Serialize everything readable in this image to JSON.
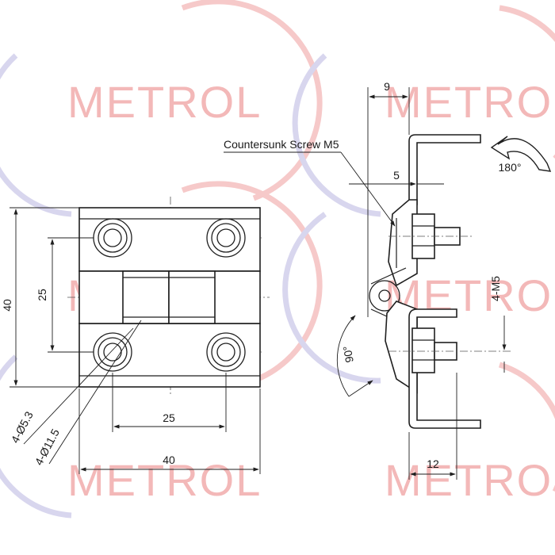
{
  "watermark": {
    "brand": "METROL"
  },
  "front_view": {
    "dim_total_height": "40",
    "dim_hole_vertical_spacing": "25",
    "dim_hole_horizontal_spacing": "25",
    "dim_total_width": "40",
    "dim_hole_diameter": "4-Ø5.3",
    "dim_counterbore_diameter": "4-Ø11.5"
  },
  "side_view": {
    "dim_top_offset": "9",
    "dim_plate_thickness": "5",
    "note_screw": "Countersunk Screw M5",
    "rotation_label": "180°",
    "angle_label": "90°",
    "thread_label": "4-M5",
    "dim_bottom_width": "12"
  },
  "colors": {
    "line": "#1f1f1f",
    "watermark_red": "#f3b8b8",
    "watermark_blue": "#d8d6ee"
  }
}
